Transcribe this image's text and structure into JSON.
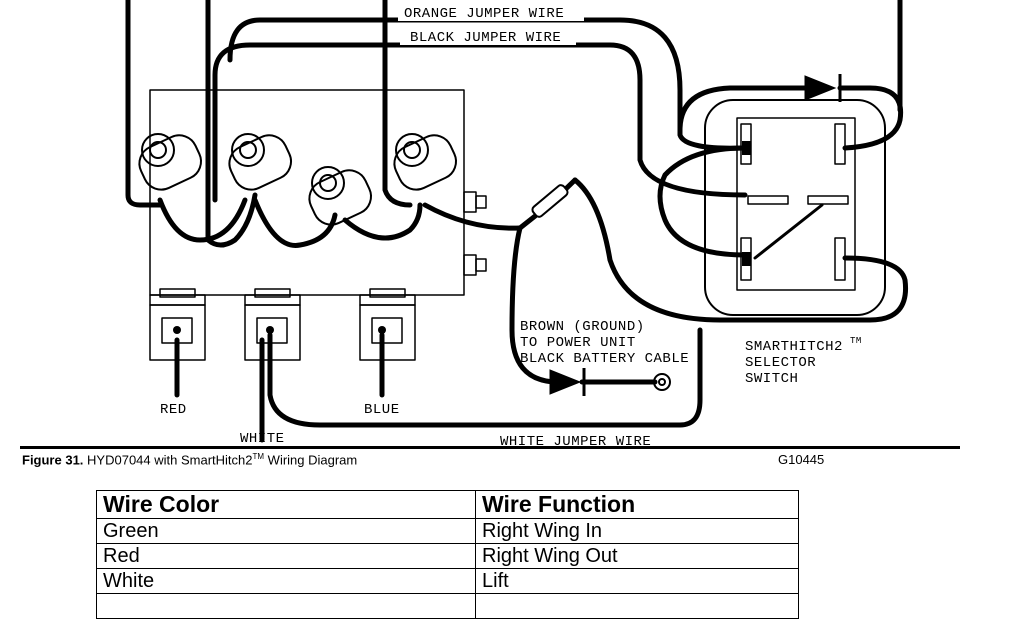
{
  "diagram": {
    "labels": {
      "orange_jumper": "ORANGE JUMPER WIRE",
      "black_jumper": "BLACK JUMPER WIRE",
      "brown_line1": "BROWN (GROUND)",
      "brown_line2": "TO POWER UNIT",
      "brown_line3": "BLACK BATTERY CABLE",
      "switch_line1": "SMARTHITCH2",
      "switch_tm": "TM",
      "switch_line2": "SELECTOR",
      "switch_line3": "SWITCH",
      "red": "RED",
      "blue": "BLUE",
      "white": "WHITE",
      "white_jumper": "WHITE JUMPER WIRE"
    }
  },
  "caption": {
    "figure": "Figure 31.",
    "text_before": " HYD07044 with SmartHitch2",
    "tm": "TM",
    "text_after": " Wiring Diagram",
    "drawing_id": "G10445"
  },
  "table": {
    "headers": [
      "Wire Color",
      "Wire Function"
    ],
    "rows": [
      [
        "Green",
        "Right Wing In"
      ],
      [
        "Red",
        "Right Wing Out"
      ],
      [
        "White",
        "Lift"
      ],
      [
        "",
        ""
      ]
    ]
  }
}
